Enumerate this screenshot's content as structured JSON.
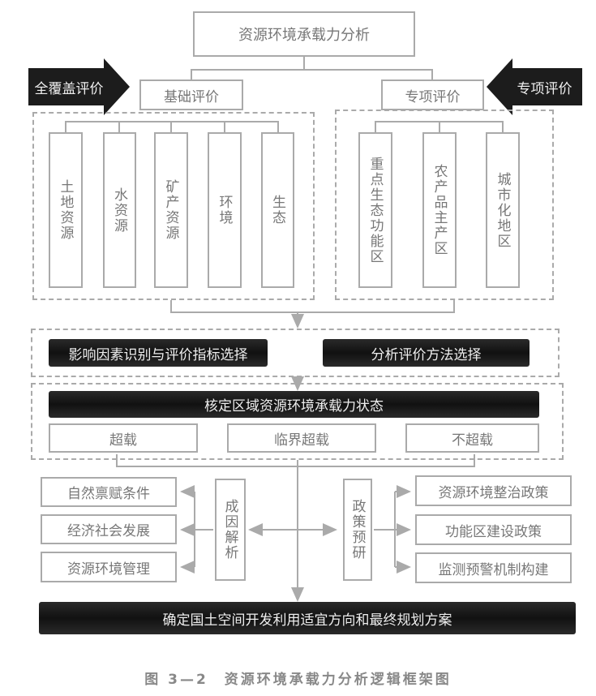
{
  "title": "资源环境承载力分析",
  "left_arrow": "全覆盖评价",
  "right_arrow": "专项评价",
  "basic": {
    "label": "基础评价",
    "items": [
      "土地资源",
      "水资源",
      "矿产资源",
      "环境",
      "生态"
    ]
  },
  "special": {
    "label": "专项评价",
    "items": [
      "重点生态功能区",
      "农产品主产区",
      "城市化地区"
    ]
  },
  "step1": {
    "left": "影响因素识别与评价指标选择",
    "right": "分析评价方法选择"
  },
  "status": {
    "label": "核定区域资源环境承载力状态",
    "options": [
      "超载",
      "临界超载",
      "不超载"
    ]
  },
  "cause": {
    "label": "成因解析",
    "items": [
      "自然禀赋条件",
      "经济社会发展",
      "资源环境管理"
    ]
  },
  "policy": {
    "label": "政策预研",
    "items": [
      "资源环境整治政策",
      "功能区建设政策",
      "监测预警机制构建"
    ]
  },
  "final": "确定国土空间开发利用适宜方向和最终规划方案",
  "caption": "图 3—2　资源环境承载力分析逻辑框架图"
}
